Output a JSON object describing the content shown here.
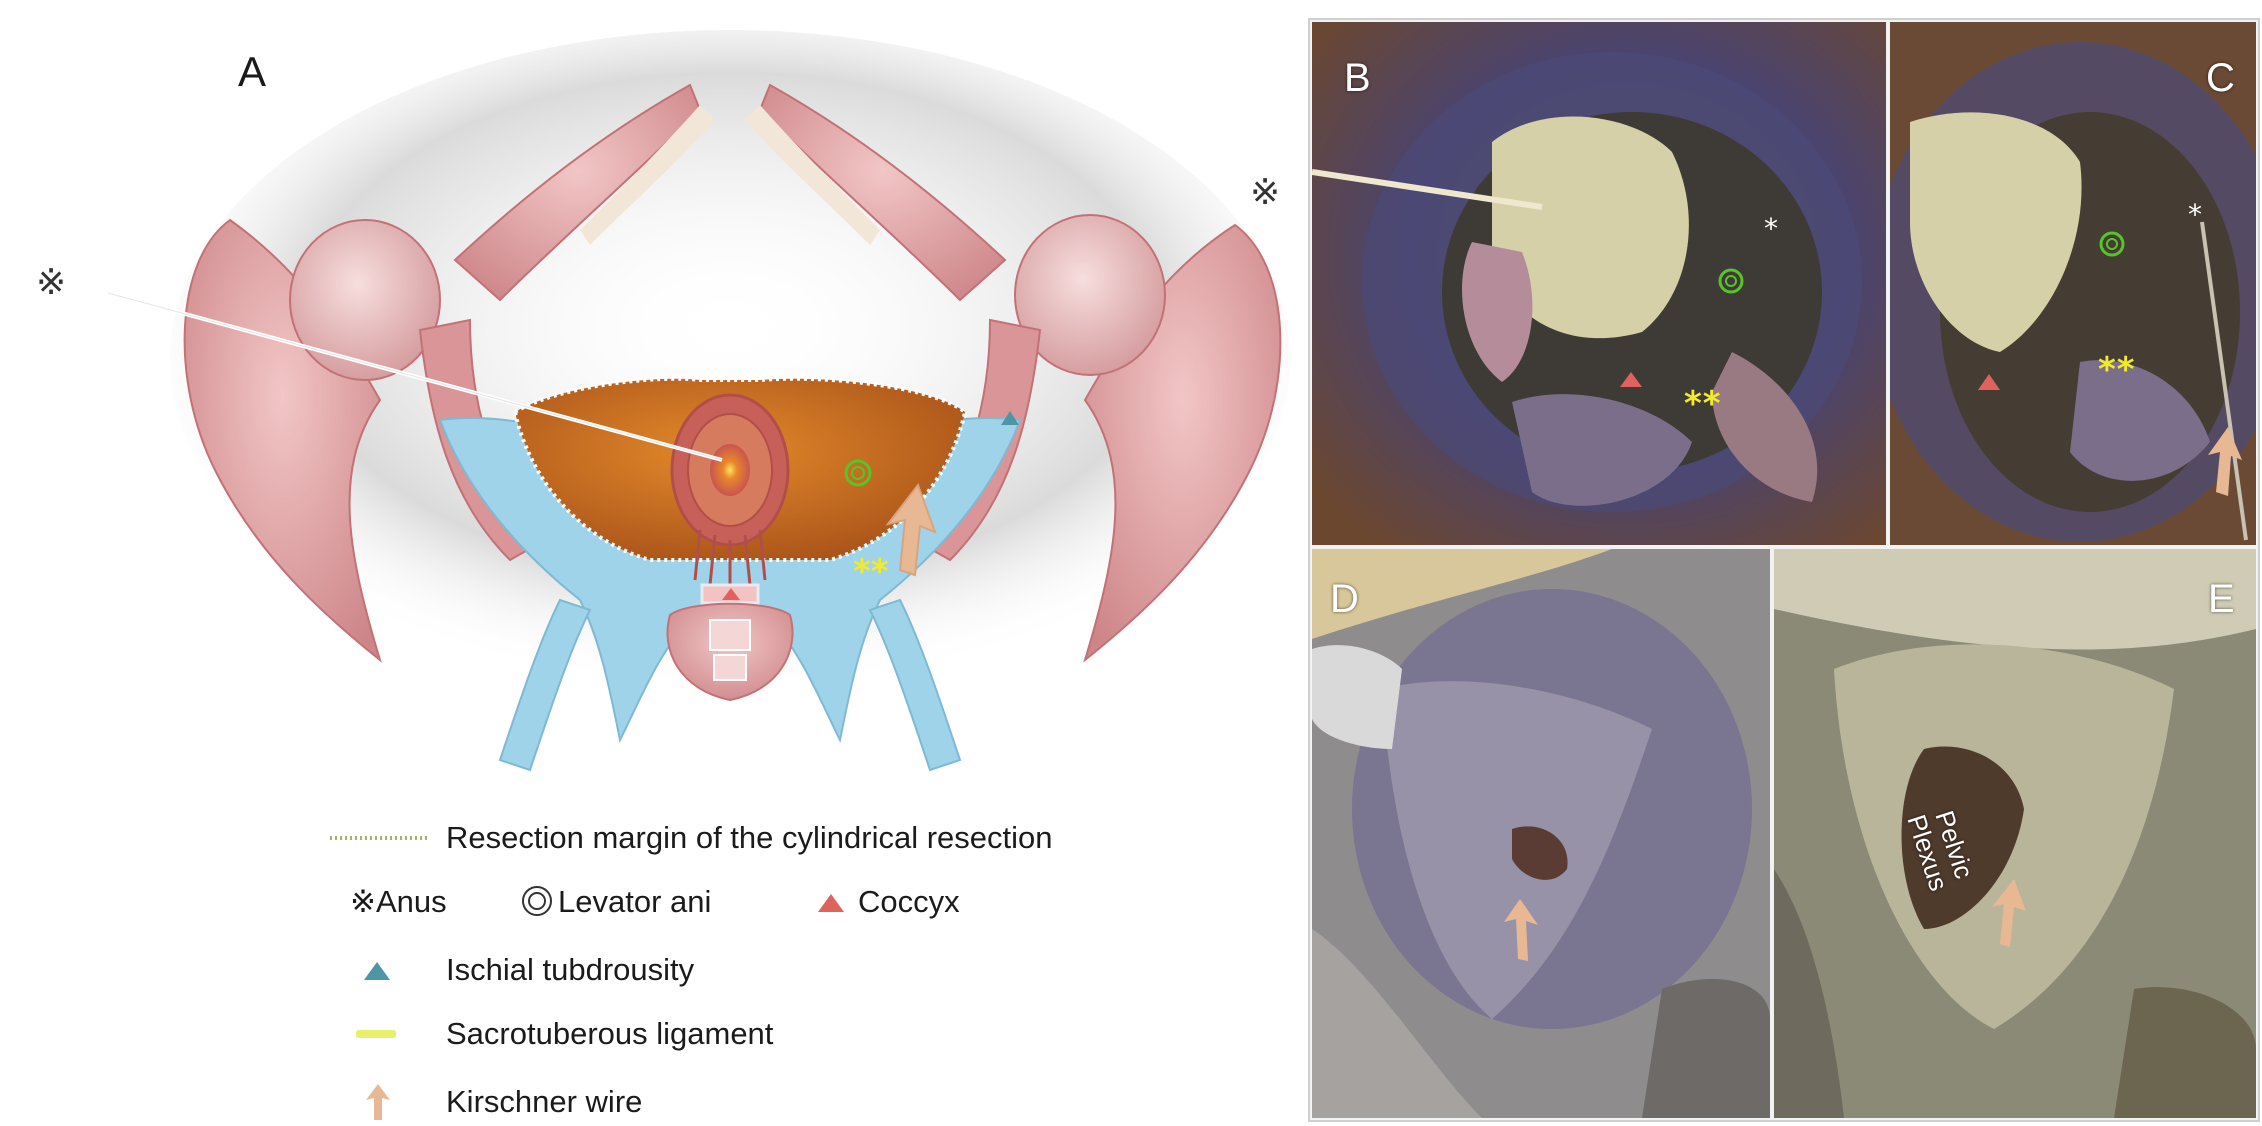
{
  "panel_a": {
    "letter": "A",
    "anus_mark": "※"
  },
  "panels": {
    "b": {
      "letter": "B",
      "stars": "**",
      "star": "*"
    },
    "c": {
      "letter": "C",
      "stars": "**",
      "star": "*"
    },
    "d": {
      "letter": "D"
    },
    "e": {
      "letter": "E",
      "pelvic_label_line1": "Pelvic",
      "pelvic_label_line2": "Plexus"
    }
  },
  "legend": {
    "resection": "Resection margin of the cylindrical  resection",
    "anus": "※Anus",
    "levator": "Levator ani",
    "coccyx": "Coccyx",
    "ischial": "Ischial tubdrousity",
    "sacrotuberous": "Sacrotuberous ligament",
    "kirschner": "Kirschner wire"
  },
  "colors": {
    "bone_pink": "#e3a6a6",
    "bone_dark": "#c97a7e",
    "ligament_blue": "#9ed3ea",
    "resection_orange": "#c9701e",
    "levator_green": "#56c52a",
    "coccyx_red": "#e0625f",
    "ischial_teal": "#4f95a8",
    "sacro_yellow": "#e8ef6a",
    "kirschner_tan": "#e8b895"
  },
  "icons": [
    "levator-ani-icon",
    "coccyx-triangle-icon",
    "ischial-triangle-icon",
    "sacrotuberous-marker-icon",
    "kirschner-arrow-icon"
  ]
}
